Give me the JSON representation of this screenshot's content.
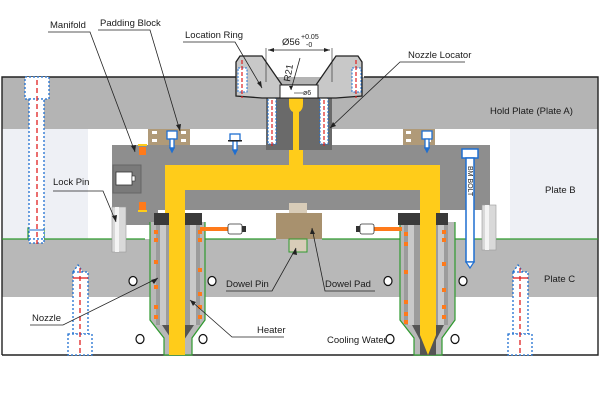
{
  "title": "Hot Runner Mold Cross-Section",
  "colors": {
    "plate_a": "#b4b4b4",
    "plate_b": "#eef0f5",
    "plate_c": "#b8b8b8",
    "manifold": "#8e8e8e",
    "melt_channel": "#ffcc1a",
    "padding_block": "#b09a78",
    "dowel_pad": "#a8916e",
    "dowel_pin": "#d8ccb8",
    "heater": "#ff7a1a",
    "cooling_line": "#3aa33a",
    "bolt_outline": "#1f6fd1",
    "bolt_center": "#e02020",
    "location_ring": "#c8c8c8",
    "nozzle_locator": "#6a6a6a",
    "wire": "#ff7a1a"
  },
  "labels": {
    "manifold": "Manifold",
    "padding_block": "Padding Block",
    "location_ring": "Location Ring",
    "nozzle_locator": "Nozzle Locator",
    "hold_plate": "Hold Plate (Plate A)",
    "plate_b": "Plate B",
    "plate_c": "Plate C",
    "lock_pin": "Lock Pin",
    "dowel_pin": "Dowel Pin",
    "dowel_pad": "Dowel Pad",
    "nozzle": "Nozzle",
    "heater": "Heater",
    "cooling_water": "Cooling Water",
    "bm_bolt": "BM BOLT"
  },
  "dimensions": {
    "diameter": "Ø56",
    "tol_upper": "+0.05",
    "tol_lower": "-0",
    "radius": "R21",
    "small_dia": "ø6"
  }
}
